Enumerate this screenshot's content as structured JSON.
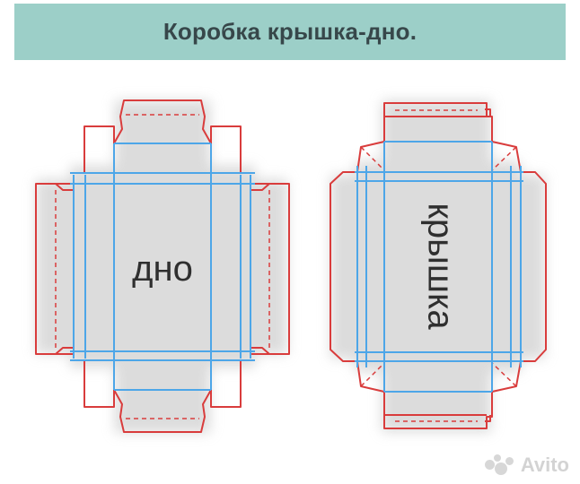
{
  "header": {
    "title": "Коробка крышка-дно."
  },
  "diagram": {
    "bottom_label": "дно",
    "lid_label": "крышка",
    "colors": {
      "cut_line": "#d93c3c",
      "fold_line": "#4da6e8",
      "title_bg": "#9ccfc8",
      "title_text": "#37474a",
      "label_text": "#2f2f2f"
    }
  },
  "watermark": {
    "brand": "Avito",
    "icon": "avito-dots-icon"
  }
}
